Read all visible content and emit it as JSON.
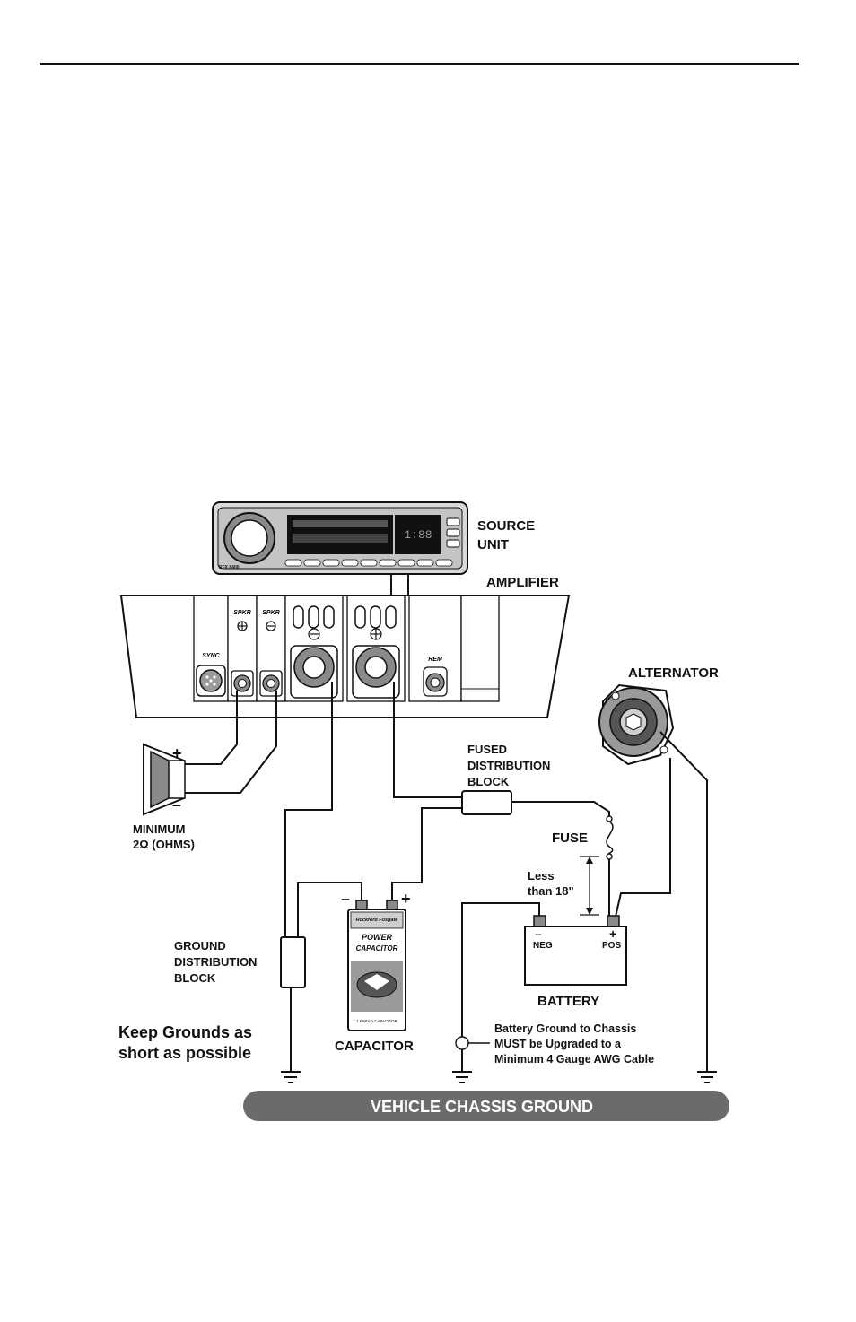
{
  "labels": {
    "source_unit": [
      "SOURCE",
      "UNIT"
    ],
    "amplifier": "AMPLIFIER",
    "alternator": "ALTERNATOR",
    "fused_block": [
      "FUSED",
      "DISTRIBUTION",
      "BLOCK"
    ],
    "fuse": "FUSE",
    "fuse_distance": [
      "Less",
      "than 18\""
    ],
    "minimum_ohms": [
      "MINIMUM",
      "2Ω (OHMS)"
    ],
    "ground_block": [
      "GROUND",
      "DISTRIBUTION",
      "BLOCK"
    ],
    "capacitor": "CAPACITOR",
    "battery": "BATTERY",
    "keep_grounds": [
      "Keep Grounds as",
      "short as possible"
    ],
    "battery_ground_note": [
      "Battery Ground to Chassis",
      "MUST be Upgraded to a",
      "Minimum 4 Gauge AWG Cable"
    ],
    "chassis_ground": "VEHICLE CHASSIS GROUND"
  },
  "amplifier_terminals": {
    "sync": "SYNC",
    "spkr_pos": "SPKR",
    "spkr_neg": "SPKR",
    "rem": "REM"
  },
  "battery_terminals": {
    "neg_sign": "–",
    "neg": "NEG",
    "pos_sign": "+",
    "pos": "POS"
  },
  "polarity": {
    "speaker_plus": "+",
    "speaker_minus": "–",
    "capacitor_minus": "–",
    "capacitor_plus": "+"
  },
  "capacitor_brand": {
    "line1": "Rockford Fosgate",
    "line2": "POWER",
    "line3": "CAPACITOR",
    "line4": "1 FARAD CAPACITOR"
  },
  "source_unit_display": {
    "digits": "1:88",
    "model": "RFX 8400"
  }
}
